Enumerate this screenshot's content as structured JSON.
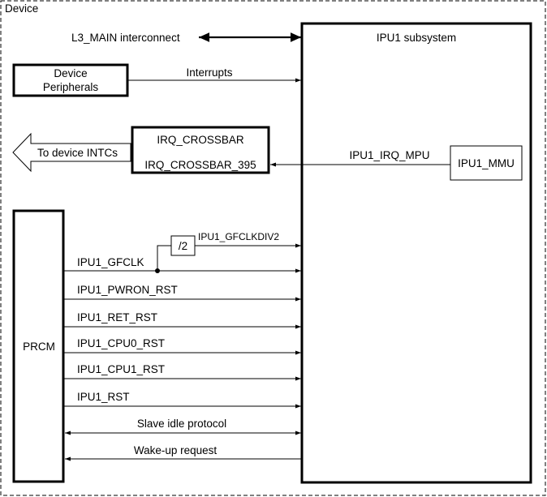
{
  "device": {
    "label": "Device"
  },
  "ipu": {
    "label": "IPU1 subsystem"
  },
  "mmu": {
    "label": "IPU1_MMU"
  },
  "peripherals": {
    "line1": "Device",
    "line2": "Peripherals"
  },
  "crossbar": {
    "line1": "IRQ_CROSSBAR",
    "line2": "IRQ_CROSSBAR_395"
  },
  "prcm": {
    "label": "PRCM"
  },
  "divider": {
    "label": "/2"
  },
  "signals": {
    "l3_main": "L3_MAIN interconnect",
    "interrupts": "Interrupts",
    "to_intcs": "To device INTCs",
    "irq_mpu": "IPU1_IRQ_MPU",
    "gfclkdiv2": "IPU1_GFCLKDIV2",
    "gfclk": "IPU1_GFCLK",
    "pwron_rst": "IPU1_PWRON_RST",
    "ret_rst": "IPU1_RET_RST",
    "cpu0_rst": "IPU1_CPU0_RST",
    "cpu1_rst": "IPU1_CPU1_RST",
    "rst": "IPU1_RST",
    "slave_idle": "Slave idle protocol",
    "wakeup": "Wake-up request"
  }
}
